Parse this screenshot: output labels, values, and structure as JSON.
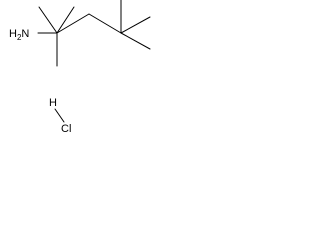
{
  "molecule": {
    "amine_group": {
      "symbol": "N",
      "hydrogen": "H",
      "hydrogen_count": "2"
    },
    "salt": {
      "hydrogen": "H",
      "chlorine": "Cl"
    }
  }
}
